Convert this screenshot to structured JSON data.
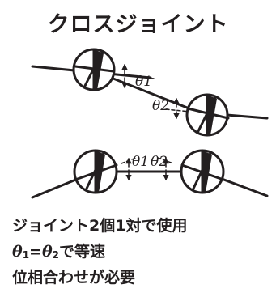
{
  "title": "クロスジョイント",
  "diagram": {
    "top_angle_1": "θ1",
    "top_angle_2": "θ2",
    "bottom_angle_1": "θ1",
    "bottom_angle_2": "θ2"
  },
  "notes": {
    "line1": "ジョイント2個1対で使用",
    "line2_theta": "θ",
    "line2_sub1": "1",
    "line2_eq": "=",
    "line2_sub2": "2",
    "line2_tail": "で等速",
    "line3": "位相合わせが必要"
  }
}
